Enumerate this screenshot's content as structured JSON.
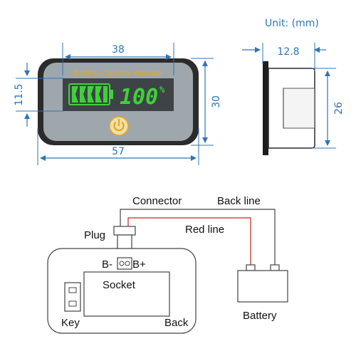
{
  "unit_label": "Unit: (mm)",
  "device": {
    "title": "Battery Capacity Indicator",
    "percent_value": "100",
    "percent_sign": "%",
    "battery_level": 1.0
  },
  "dimensions": {
    "lcd_width": "38",
    "lcd_height": "11.5",
    "height": "30",
    "width": "57",
    "depth": "12.8",
    "side_height": "26"
  },
  "wiring": {
    "connector": "Connector",
    "back_line": "Back line",
    "red_line": "Red line",
    "plug": "Plug",
    "socket": "Socket",
    "b_minus": "B-",
    "b_plus": "B+",
    "key": "Key",
    "back": "Back",
    "battery": "Battery"
  },
  "colors": {
    "dimension": "#2f75b5",
    "bezel": "#2b2b2b",
    "face": "#9ea7ac",
    "lcd_text": "#e5a81e",
    "lcd_green": "#3fd13a",
    "lcd_bg": "#3e4347",
    "red_wire": "#cc2222"
  }
}
